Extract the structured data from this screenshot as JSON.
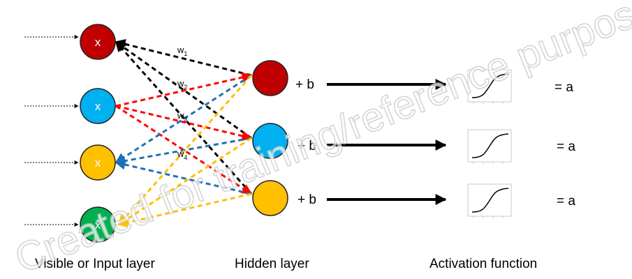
{
  "colors": {
    "red": "#C00000",
    "blue": "#00B0F0",
    "yellow": "#FFC000",
    "green": "#00B050",
    "black": "#000000",
    "edge_blue": "#1F6FB8",
    "edge_red": "#FF0000"
  },
  "input_nodes": [
    {
      "label": "x",
      "color": "red"
    },
    {
      "label": "x",
      "color": "blue"
    },
    {
      "label": "x",
      "color": "yellow"
    },
    {
      "label": "x",
      "color": "green"
    }
  ],
  "hidden_nodes": [
    {
      "color": "red",
      "bias_label": "+ b",
      "output_label": "= a"
    },
    {
      "color": "blue",
      "bias_label": "+ b",
      "output_label": "= a"
    },
    {
      "color": "yellow",
      "bias_label": "+ b",
      "output_label": "= a"
    }
  ],
  "weights": [
    {
      "base": "w",
      "sub": "1"
    },
    {
      "base": "w",
      "sub": "2"
    },
    {
      "base": "w",
      "sub": "3"
    },
    {
      "base": "w",
      "sub": "4"
    }
  ],
  "captions": {
    "input": "Visible or Input layer",
    "hidden": "Hidden layer",
    "activation": "Activation function"
  },
  "watermark": "Created for training/reference purposes",
  "activation_icon": "sigmoid-curve-icon"
}
